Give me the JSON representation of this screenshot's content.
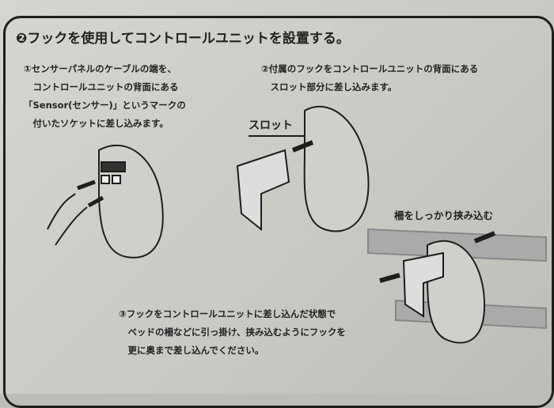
{
  "title": "❷フックを使用してコントロールユニットを設置する。",
  "steps": [
    {
      "lines": [
        "①センサーパネルのケーブルの端を、",
        "　コントロールユニットの背面にある",
        "「Sensor(センサー)」というマークの",
        "　付いたソケットに差し込みます。"
      ]
    },
    {
      "lines": [
        "②付属のフックをコントロールユニットの背面にある",
        "　スロット部分に差し込みます。"
      ]
    },
    {
      "lines": [
        "③フックをコントロールユニットに差し込んだ状態で",
        "　ベッドの柵などに引っ掛け、挟み込むようにフックを",
        "　更に奥まで差し込んでください。"
      ]
    }
  ],
  "labels": {
    "slot": "スロット",
    "squeeze": "柵をしっかり挟み込む"
  }
}
